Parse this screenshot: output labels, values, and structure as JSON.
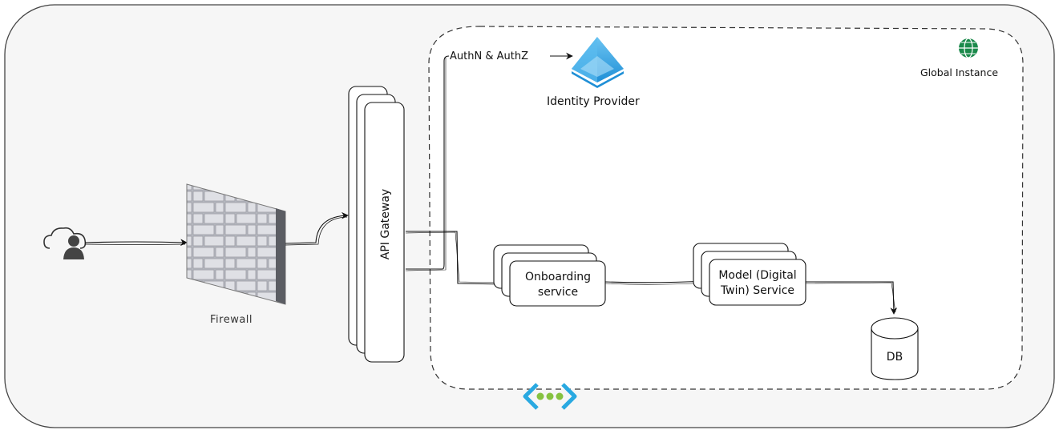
{
  "diagram": {
    "firewall_label": "Firewall",
    "gateway_label": "API Gateway",
    "identity_provider_label": "Identity Provider",
    "auth_edge_label": "AuthN & AuthZ",
    "global_instance_label": "Global Instance",
    "onboarding_label": "Onboarding service",
    "model_label": "Model (Digital Twin) Service",
    "db_label": "DB"
  },
  "icons": {
    "user": "cloud-user-icon",
    "firewall": "brick-wall-icon",
    "identity": "azure-ad-pyramid-icon",
    "globe": "globe-icon",
    "vnet": "virtual-network-icon"
  },
  "colors": {
    "background": "#f6f6f6",
    "border": "#444444",
    "idp_blue": "#3fa9e8",
    "globe_green": "#1b8a4b",
    "vnet_blue": "#29a9e1",
    "vnet_green": "#86c240"
  }
}
